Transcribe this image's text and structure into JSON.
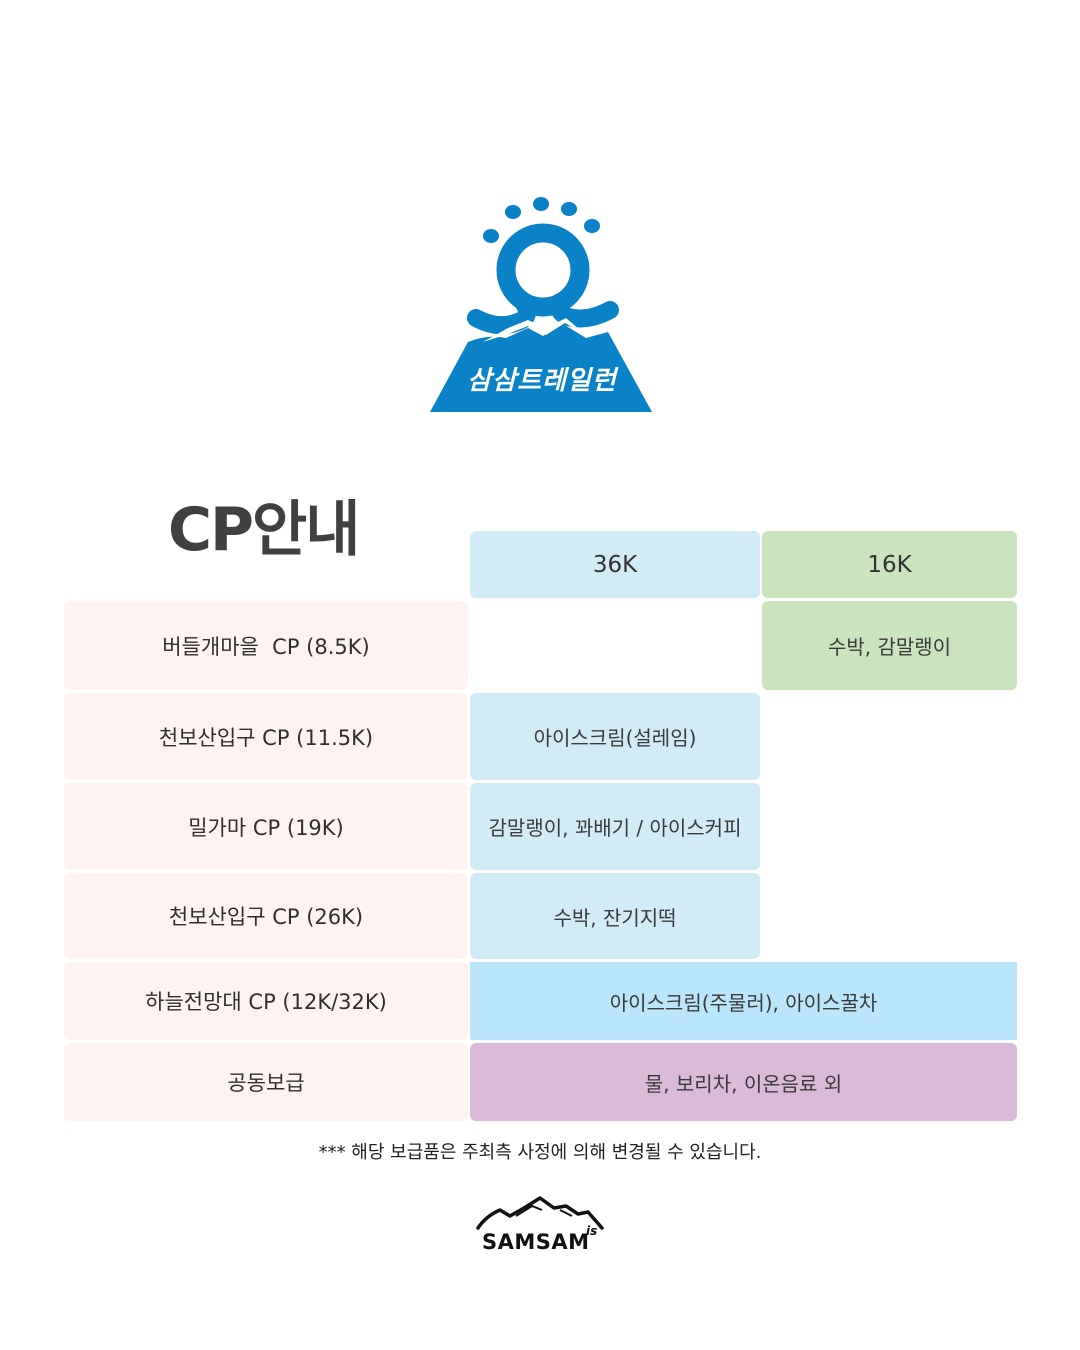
{
  "logo": {
    "text": "삼삼트레일런",
    "color": "#0a82c8"
  },
  "title": "CP안내",
  "columns": {
    "c36": "36K",
    "c16": "16K"
  },
  "rows": [
    {
      "label": "버들개마을  CP (8.5K)",
      "v16": "수박, 감말랭이"
    },
    {
      "label": "천보산입구 CP (11.5K)",
      "v36": "아이스크림(설레임)"
    },
    {
      "label": "밀가마 CP (19K)",
      "v36": "감말랭이, 꽈배기 / 아이스커피"
    },
    {
      "label": "천보산입구 CP (26K)",
      "v36": "수박, 잔기지떡"
    },
    {
      "label": "하늘전망대 CP (12K/32K)",
      "shared": "아이스크림(주물러), 아이스꿀차"
    },
    {
      "label": "공동보급",
      "shared": "물, 보리차, 이온음료 외"
    }
  ],
  "note": "*** 해당 보급품은 주최측 사정에 의해 변경될 수 있습니다.",
  "brand": {
    "name": "SAMSAM",
    "sup": "is"
  },
  "colors": {
    "row_label_bg": "#fdf3f1",
    "col36_bg": "#d1ebf7",
    "col16_bg": "#cae5bd",
    "shared_blue": "#b9e6fa",
    "shared_purple": "#dab9d9"
  }
}
